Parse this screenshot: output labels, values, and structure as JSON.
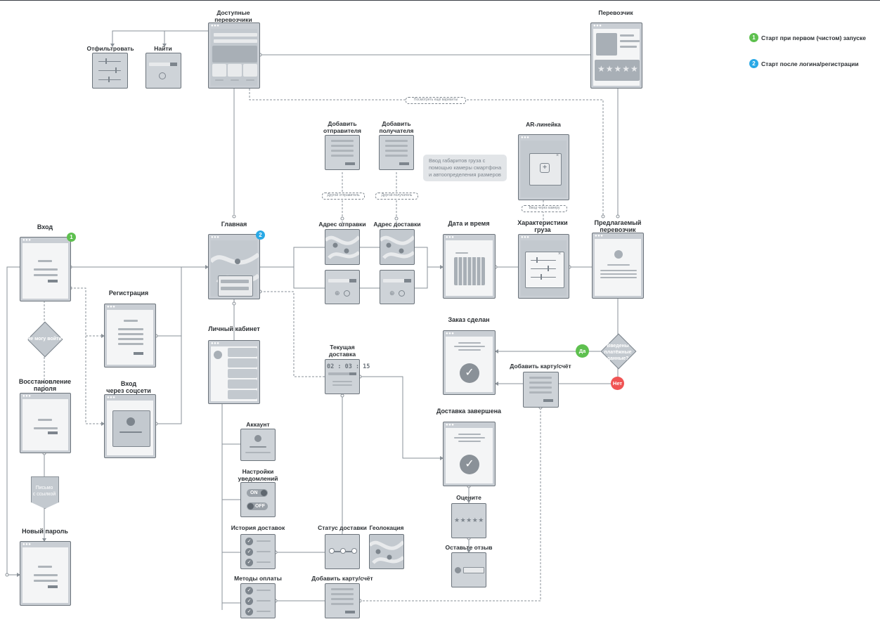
{
  "labels": {
    "available": "Доступные\nперевозчики",
    "carrier": "Перевозчик",
    "filter": "Отфильтровать",
    "find": "Найти",
    "add_sender": "Добавить\nотправителя",
    "add_receiver": "Добавить\nполучателя",
    "ar": "AR-линейка",
    "login": "Вход",
    "main": "Главная",
    "addr_send": "Адрес отправки",
    "addr_del": "Адрес доставки",
    "datetime": "Дата и время",
    "cargo": "Характеристики\nгруза",
    "suggested": "Предлагаемый\nперевозчик",
    "registration": "Регистрация",
    "cabinet": "Личный кабинет",
    "current": "Текущая\nдоставка",
    "order_done": "Заказ сделан",
    "add_card": "Добавить карту/счёт",
    "social": "Вход\nчерез соцсети",
    "recovery": "Восстановление\nпароля",
    "delivered": "Доставка завершена",
    "account": "Аккаунт",
    "notif": "Настройки\nуведомлений",
    "rate": "Оцените",
    "review": "Оставьте отзыв",
    "new_pass": "Новый пароль",
    "history": "История доставок",
    "status": "Статус доставки",
    "geo": "Геолокация",
    "methods": "Методы оплаты",
    "add_card2": "Добавить карту/счёт"
  },
  "legend": [
    {
      "num": "1",
      "text": "Старт при первом (чистом) запуске",
      "color": "#5ec04f"
    },
    {
      "num": "2",
      "text": "Старт после логина/регистрации",
      "color": "#29a9e6"
    }
  ],
  "notes": {
    "all_variants": "Посмотреть ещё варианты",
    "other_sender": "Другой отправитель",
    "other_receiver": "Другой получатель",
    "via_camera": "Ввод через камеру"
  },
  "tooltip": "Ввод габаритов груза с\nпомощью камеры смартфона\nи автоопределения размеров",
  "decisions": {
    "cant_login": "Не могу войти",
    "payment": "Введены\nплатёжные\nданные?",
    "letter": "Письмо\nс ссылкой"
  },
  "answers": {
    "yes": "Да",
    "no": "Нет",
    "yes_color": "#5ec04f",
    "no_color": "#f05454"
  },
  "timer": "02 : 03 : 15",
  "toggles": {
    "on": "ON",
    "off": "OFF"
  },
  "ratings": {
    "carrier": "★★★★★",
    "rate": "★★★★★"
  }
}
